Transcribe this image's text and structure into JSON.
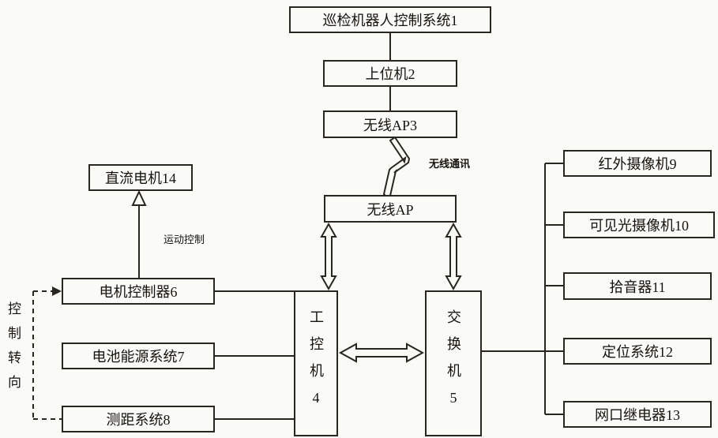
{
  "diagram": {
    "nodes": {
      "control_system": "巡检机器人控制系统1",
      "host_computer": "上位机2",
      "wireless_ap3": "无线AP3",
      "wireless_ap": "无线AP",
      "dc_motor": "直流电机14",
      "motor_controller": "电机控制器6",
      "battery_system": "电池能源系统7",
      "ranging_system": "测距系统8",
      "industrial_pc": "工控机4",
      "switch": "交换机5",
      "infrared_camera": "红外摄像机9",
      "visible_camera": "可见光摄像机10",
      "sound_pickup": "拾音器11",
      "positioning_system": "定位系统12",
      "network_relay": "网口继电器13"
    },
    "edge_labels": {
      "wireless_comm": "无线通讯",
      "motion_control": "运动控制",
      "control_steering": "控制转向"
    },
    "edges": [
      {
        "from": "control_system",
        "to": "host_computer",
        "style": "line"
      },
      {
        "from": "host_computer",
        "to": "wireless_ap3",
        "style": "line"
      },
      {
        "from": "wireless_ap3",
        "to": "wireless_ap",
        "style": "lightning",
        "label": "无线通讯"
      },
      {
        "from": "wireless_ap",
        "to": "industrial_pc",
        "style": "double-arrow"
      },
      {
        "from": "wireless_ap",
        "to": "switch",
        "style": "double-arrow"
      },
      {
        "from": "industrial_pc",
        "to": "switch",
        "style": "double-arrow"
      },
      {
        "from": "motor_controller",
        "to": "dc_motor",
        "style": "arrow",
        "label": "运动控制"
      },
      {
        "from": "motor_controller",
        "to": "industrial_pc",
        "style": "line"
      },
      {
        "from": "battery_system",
        "to": "industrial_pc",
        "style": "line"
      },
      {
        "from": "ranging_system",
        "to": "industrial_pc",
        "style": "line"
      },
      {
        "from": "ranging_system",
        "to": "motor_controller",
        "style": "dashed-arrow",
        "label": "控制转向"
      },
      {
        "from": "switch",
        "to": "infrared_camera",
        "style": "line"
      },
      {
        "from": "switch",
        "to": "visible_camera",
        "style": "line"
      },
      {
        "from": "switch",
        "to": "sound_pickup",
        "style": "line"
      },
      {
        "from": "switch",
        "to": "positioning_system",
        "style": "line"
      },
      {
        "from": "switch",
        "to": "network_relay",
        "style": "line"
      }
    ],
    "colors": {
      "line": "#29261f",
      "background": "#fafaf7"
    }
  }
}
